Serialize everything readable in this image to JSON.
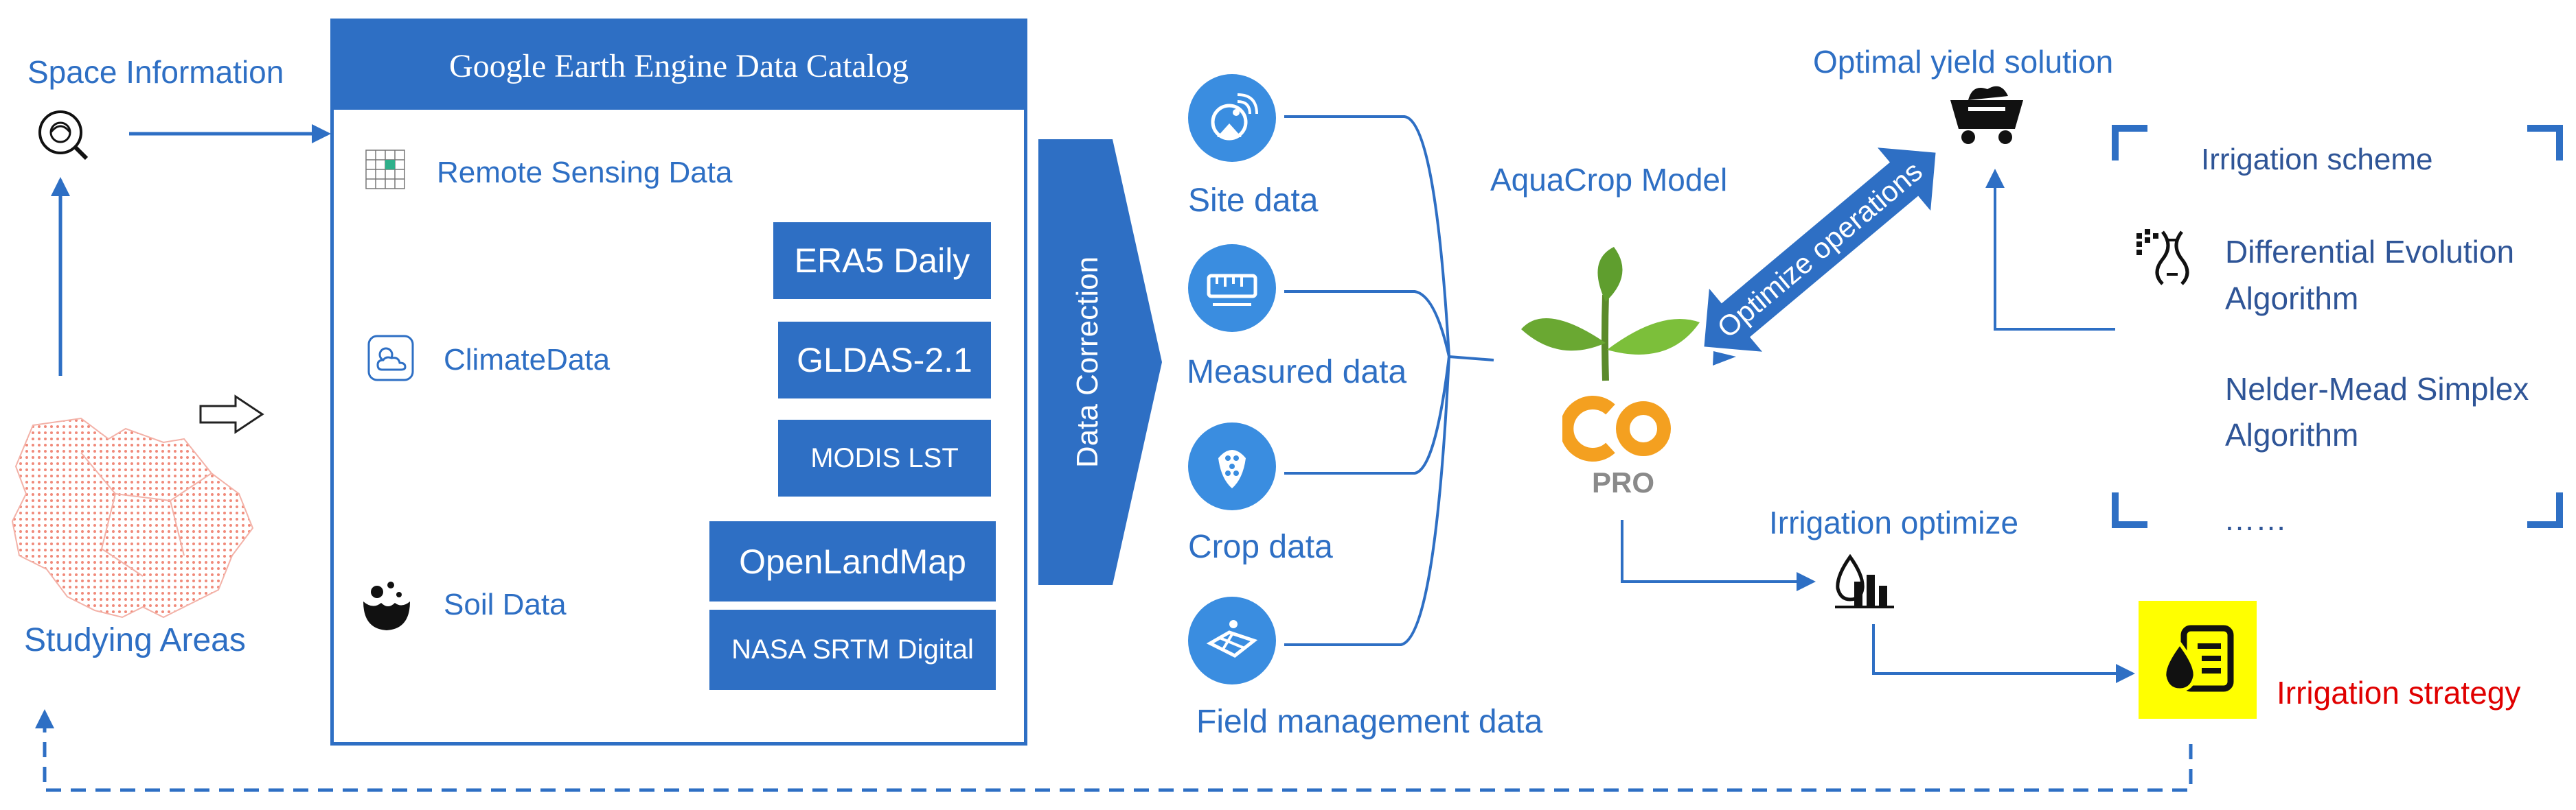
{
  "left": {
    "space_information": "Space Information",
    "studying_areas": "Studying Areas"
  },
  "catalog": {
    "title": "Google Earth Engine Data Catalog",
    "remote_sensing": "Remote Sensing Data",
    "climate": "ClimateData",
    "soil": "Soil Data",
    "climate_sources": [
      "ERA5 Daily",
      "GLDAS-2.1",
      "MODIS LST"
    ],
    "soil_sources": [
      "OpenLandMap",
      "NASA SRTM Digital"
    ]
  },
  "correction": {
    "label": "Data Correction"
  },
  "inputs": {
    "site": "Site data",
    "measured": "Measured data",
    "crop": "Crop data",
    "field": "Field management data"
  },
  "model": {
    "title": "AquaCrop Model",
    "logo_text": "CO",
    "logo_sub": "PRO",
    "optimize_operations": "Optimize operations"
  },
  "right": {
    "optimal_yield": "Optimal yield solution",
    "irrigation_scheme": "Irrigation scheme",
    "de_line1": "Differential Evolution",
    "de_line2": "Algorithm",
    "nm_line1": "Nelder-Mead Simplex",
    "nm_line2": "Algorithm",
    "ellipsis": "……",
    "irrigation_optimize": "Irrigation optimize",
    "irrigation_strategy": "Irrigation strategy"
  },
  "colors": {
    "primary_blue": "#2e6fc4",
    "icon_blue": "#3a8de0",
    "strategy_red": "#e00000",
    "highlight_yellow": "#ffff00",
    "map_dots": "#f08a7a",
    "leaf_green": "#6aa832",
    "logo_orange": "#f4a020"
  }
}
